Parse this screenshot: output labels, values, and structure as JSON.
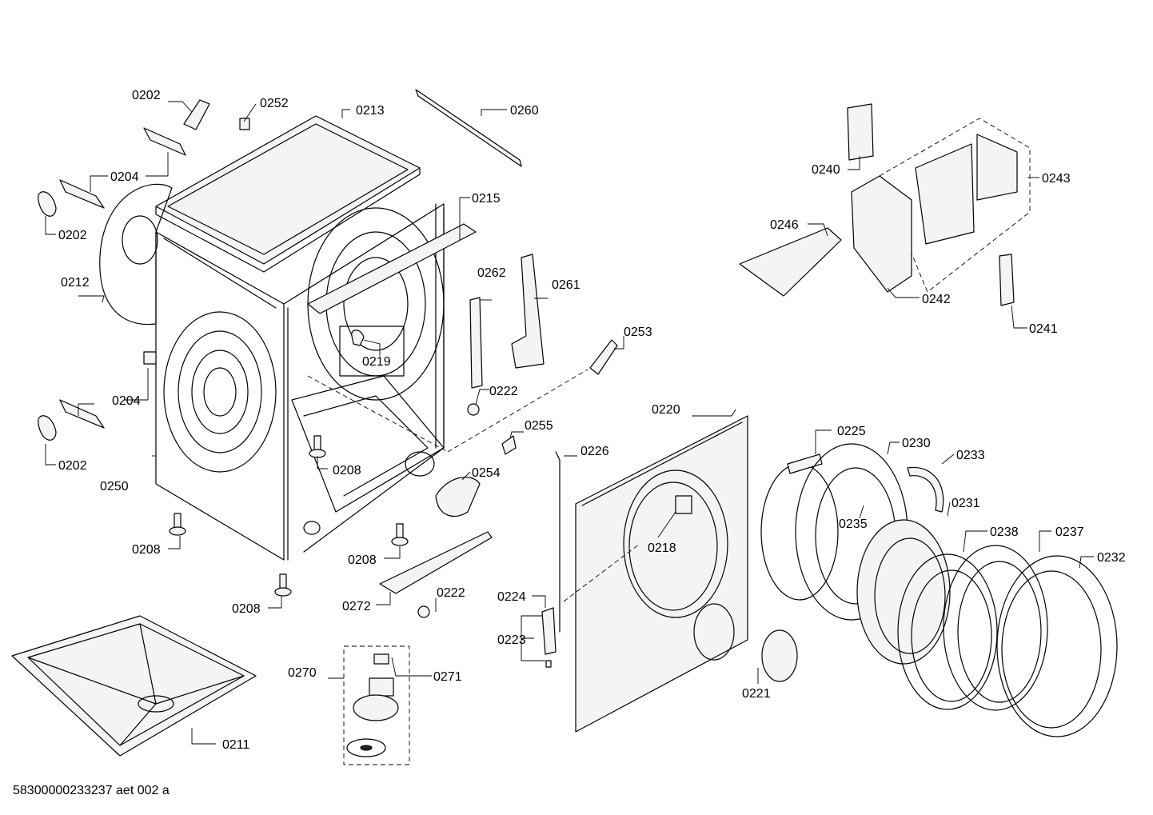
{
  "labels": {
    "l0202a": "0202",
    "l0252": "0252",
    "l0213": "0213",
    "l0260": "0260",
    "l0204a": "0204",
    "l0202b": "0202",
    "l0215": "0215",
    "l0212": "0212",
    "l0262": "0262",
    "l0261": "0261",
    "l0219": "0219",
    "l0253": "0253",
    "l0204b": "0204",
    "l0222a": "0222",
    "l0202c": "0202",
    "l0250": "0250",
    "l0255": "0255",
    "l0208a": "0208",
    "l0254": "0254",
    "l0208b": "0208",
    "l0208c": "0208",
    "l0208d": "0208",
    "l0272": "0272",
    "l0222b": "0222",
    "l0270": "0270",
    "l0271": "0271",
    "l0211": "0211",
    "l0220": "0220",
    "l0226": "0226",
    "l0218": "0218",
    "l0224": "0224",
    "l0223": "0223",
    "l0225": "0225",
    "l0230": "0230",
    "l0233": "0233",
    "l0235": "0235",
    "l0231": "0231",
    "l0238": "0238",
    "l0237": "0237",
    "l0232": "0232",
    "l0221": "0221",
    "l0240": "0240",
    "l0243": "0243",
    "l0246": "0246",
    "l0242": "0242",
    "l0241": "0241"
  },
  "document_id": "58300000233237 aet 002 a"
}
